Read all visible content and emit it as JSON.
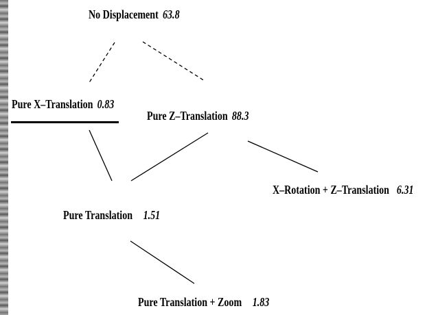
{
  "diagram": {
    "nodes": [
      {
        "id": "no-displacement",
        "label": "No Displacement",
        "value": "63.8"
      },
      {
        "id": "pure-x-translation",
        "label": "Pure X–Translation",
        "value": "0.83",
        "emphasized": true
      },
      {
        "id": "pure-z-translation",
        "label": "Pure Z–Translation",
        "value": "88.3"
      },
      {
        "id": "x-rotation-z-translation",
        "label": "X–Rotation + Z–Translation",
        "value": "6.31"
      },
      {
        "id": "pure-translation",
        "label": "Pure Translation",
        "value": "1.51"
      },
      {
        "id": "pure-translation-zoom",
        "label": "Pure Translation + Zoom",
        "value": "1.83"
      }
    ],
    "edges": [
      {
        "from": "no-displacement",
        "to": "pure-x-translation",
        "style": "dashed"
      },
      {
        "from": "no-displacement",
        "to": "pure-z-translation",
        "style": "dashed"
      },
      {
        "from": "pure-x-translation",
        "to": "pure-translation",
        "style": "solid"
      },
      {
        "from": "pure-z-translation",
        "to": "pure-translation",
        "style": "solid"
      },
      {
        "from": "pure-z-translation",
        "to": "x-rotation-z-translation",
        "style": "solid"
      },
      {
        "from": "pure-translation",
        "to": "pure-translation-zoom",
        "style": "solid"
      }
    ]
  },
  "colors": {
    "ink": "#000000",
    "background": "#ffffff",
    "edge_strip": "#8a8a8a"
  }
}
